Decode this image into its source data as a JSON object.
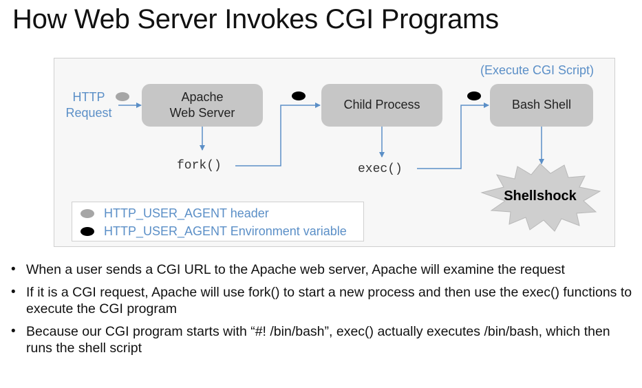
{
  "title": "How Web Server Invokes CGI Programs",
  "diagram": {
    "request_label": "HTTP\nRequest",
    "nodes": {
      "apache": "Apache\nWeb Server",
      "child": "Child Process",
      "bash": "Bash Shell"
    },
    "calls": {
      "fork": "fork()",
      "exec": "exec()"
    },
    "execute_note": "(Execute CGI Script)",
    "shellshock": "Shellshock",
    "legend": [
      {
        "label": "HTTP_USER_AGENT header",
        "dot_color": "#a6a6a6"
      },
      {
        "label": "HTTP_USER_AGENT Environment variable",
        "dot_color": "#000000"
      }
    ],
    "colors": {
      "accent": "#5b8fc7",
      "node": "#c6c6c6",
      "burst": "#cfcfcf"
    }
  },
  "bullets": [
    "When a user sends a CGI URL to the Apache web server, Apache will examine the request",
    "If it is a CGI request, Apache will use fork() to start a new process and then use the exec() functions to execute the CGI program",
    "Because our CGI program starts with “#! /bin/bash”, exec() actually executes /bin/bash, which then runs the shell script"
  ]
}
